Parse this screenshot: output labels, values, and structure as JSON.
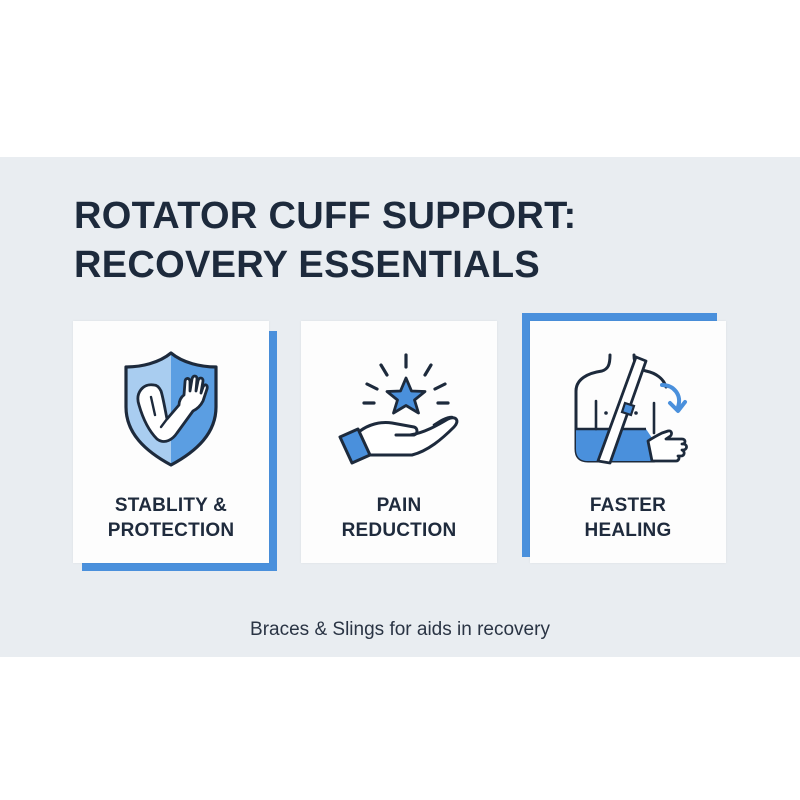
{
  "header": {
    "title_line1": "ROTATOR CUFF SUPPORT:",
    "title_line2": "RECOVERY ESSENTIALS"
  },
  "cards": [
    {
      "icon": "shield-arm-icon",
      "label_line1": "STABLITY &",
      "label_line2": "PROTECTION",
      "accent": "bottom-right"
    },
    {
      "icon": "hand-star-icon",
      "label_line1": "PAIN",
      "label_line2": "REDUCTION",
      "accent": "none"
    },
    {
      "icon": "arm-sling-icon",
      "label_line1": "FASTER",
      "label_line2": "HEALING",
      "accent": "top-left"
    }
  ],
  "footer": {
    "caption": "Braces & Slings for aids in recovery"
  },
  "colors": {
    "band_background": "#e9edf1",
    "accent_blue": "#4a90dc",
    "text_dark": "#1d2a3c",
    "card_background": "#fdfdfd"
  }
}
